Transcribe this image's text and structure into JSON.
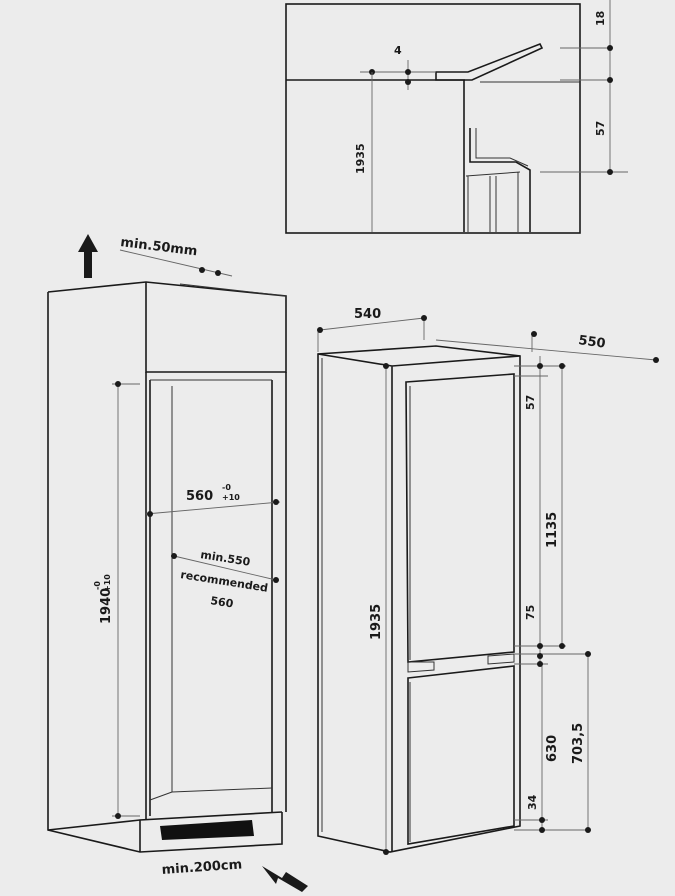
{
  "detail": {
    "d18": "18",
    "d4": "4",
    "d1935": "1935",
    "d57": "57"
  },
  "cabinet": {
    "min_vent_top": "min.50mm",
    "height_main": "1940",
    "height_tol_sup": "-0",
    "height_tol_sub": "+10",
    "width_main": "560",
    "width_tol_sup": "-0",
    "width_tol_sub": "+10",
    "depth_min": "min.550",
    "depth_rec1": "recommended",
    "depth_rec2": "560",
    "vent_bottom": "min.200cm"
  },
  "appliance": {
    "w540": "540",
    "d550": "550",
    "h1935": "1935",
    "h57": "57",
    "h1135": "1135",
    "h75": "75",
    "h630": "630",
    "h703": "703,5",
    "h34": "34"
  }
}
